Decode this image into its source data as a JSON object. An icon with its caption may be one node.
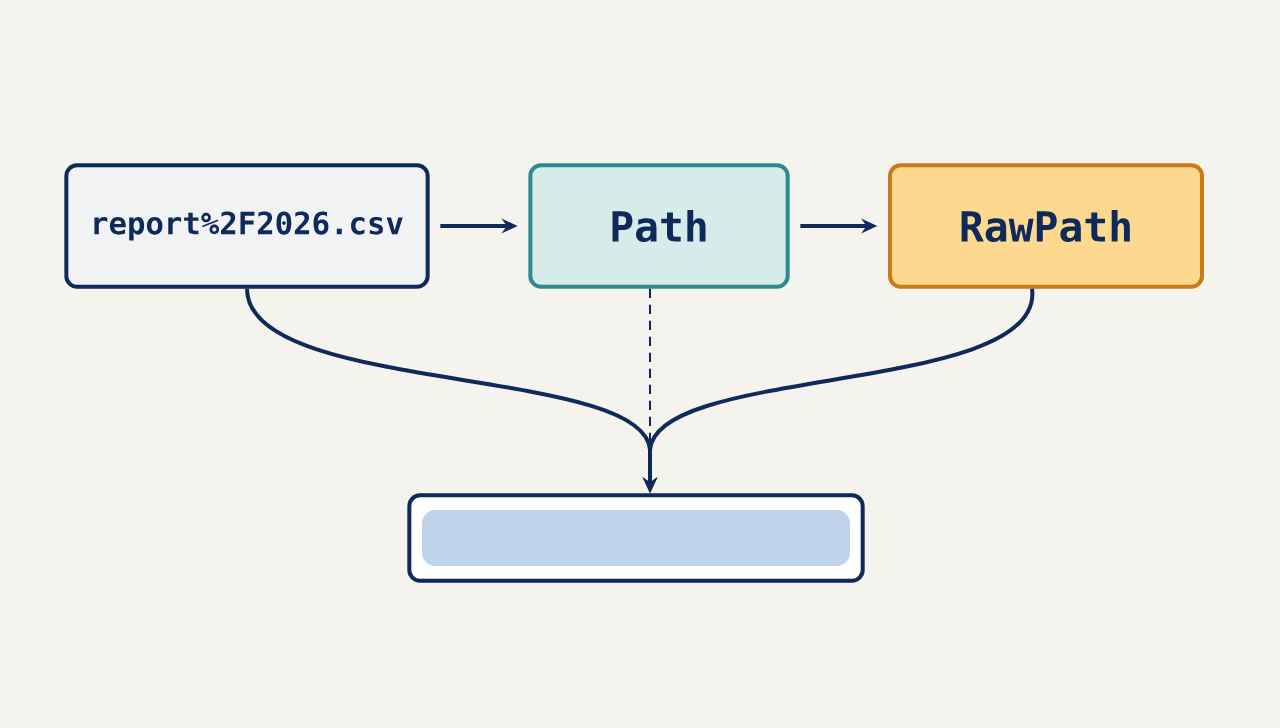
{
  "diagram": {
    "nodes": [
      {
        "text": [
          "report%2F2026.csv"
        ]
      },
      {
        "text": [
          "Path"
        ]
      },
      {
        "text": [
          "RawPath"
        ]
      },
      {
        "text": [],
        "shape": "box"
      },
      {
        "text": [],
        "shape": "bar",
        "in": 3
      }
    ],
    "edges": [
      {
        "from": 0,
        "to": 1,
        "arrow": "to"
      },
      {
        "from": 1,
        "to": 2,
        "arrow": "to"
      },
      {
        "from": 0,
        "to": 3,
        "arrow": "to"
      },
      {
        "from": 2,
        "to": 3,
        "arrow": "to"
      },
      {
        "from": 1,
        "to": 3,
        "arrow": "none",
        "style": "dashed"
      }
    ]
  }
}
